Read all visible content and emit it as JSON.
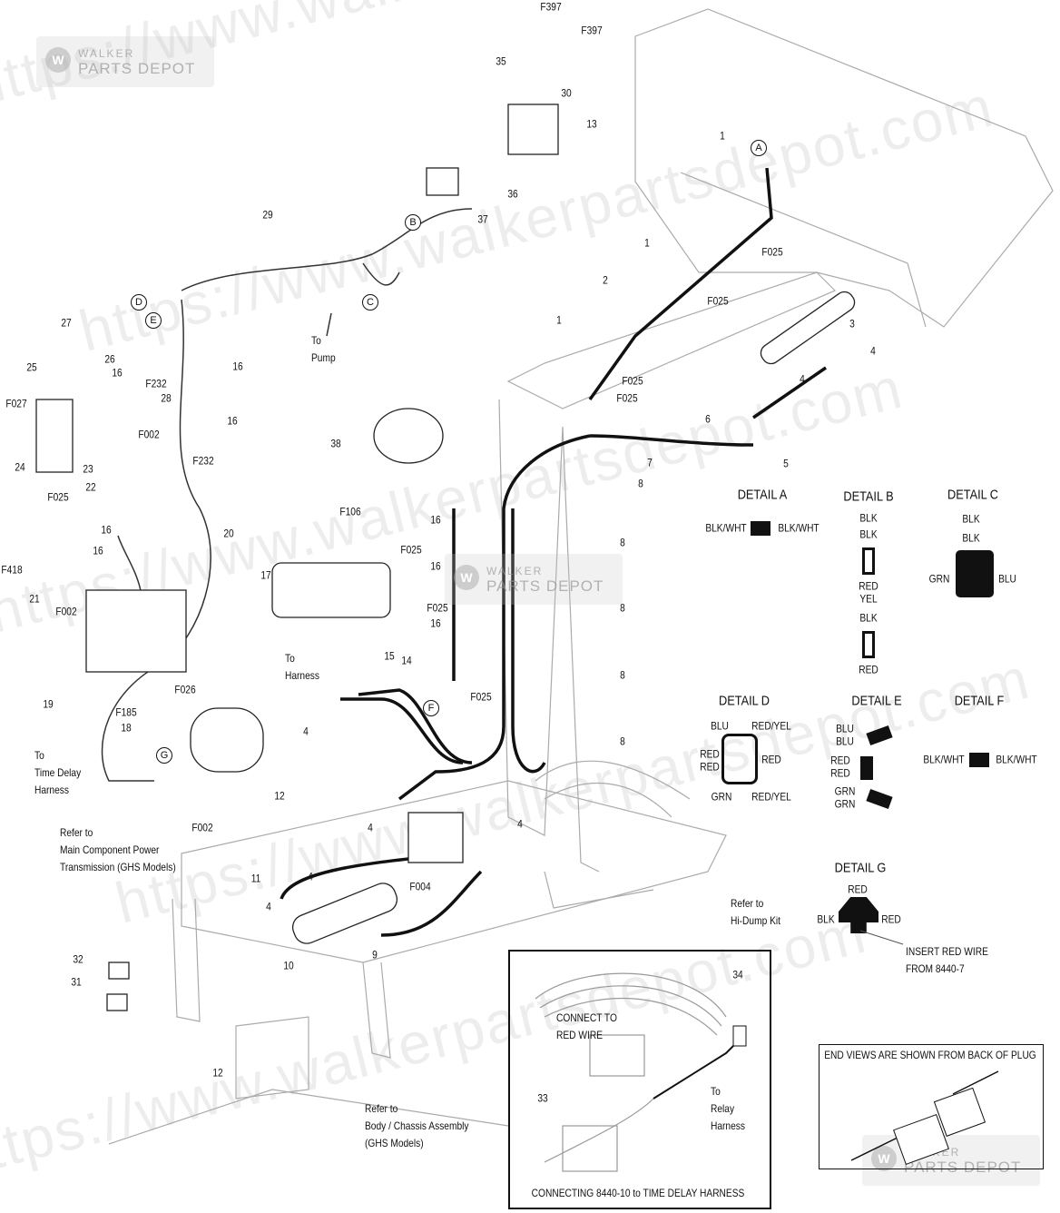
{
  "watermark": {
    "url_text": "https://www.walkerpartsdepot.com",
    "logo_line1": "WALKER",
    "logo_line2": "PARTS DEPOT",
    "logo_icon": "W"
  },
  "callouts": [
    "F397",
    "F397",
    "35",
    "30",
    "13",
    "1",
    "36",
    "37",
    "29",
    "1",
    "F025",
    "2",
    "F025",
    "27",
    "26",
    "16",
    "3",
    "4",
    "1",
    "25",
    "F027",
    "F232",
    "28",
    "16",
    "16",
    "F025",
    "F025",
    "4",
    "6",
    "F002",
    "38",
    "23",
    "22",
    "24",
    "F232",
    "7",
    "5",
    "8",
    "F025",
    "20",
    "F106",
    "16",
    "8",
    "F025",
    "16",
    "16",
    "16",
    "F418",
    "17",
    "8",
    "21",
    "F002",
    "F025",
    "16",
    "15",
    "14",
    "8",
    "19",
    "F026",
    "F185",
    "F025",
    "18",
    "4",
    "8",
    "12",
    "4",
    "4",
    "F002",
    "11",
    "4",
    "F004",
    "4",
    "9",
    "10",
    "32",
    "31",
    "34",
    "33",
    "12"
  ],
  "circle_refs": [
    "A",
    "B",
    "C",
    "D",
    "E",
    "F",
    "G"
  ],
  "notes": {
    "to_pump": [
      "To",
      "Pump"
    ],
    "to_harness": [
      "To",
      "Harness"
    ],
    "to_time_delay": [
      "To",
      "Time Delay",
      "Harness"
    ],
    "refer_main": [
      "Refer to",
      "Main Component Power",
      "Transmission (GHS Models)"
    ],
    "refer_hidump": [
      "Refer to",
      "Hi-Dump Kit"
    ],
    "refer_body": [
      "Refer to",
      "Body / Chassis Assembly",
      "(GHS Models)"
    ],
    "connect_red": [
      "CONNECT TO",
      "RED WIRE"
    ],
    "to_relay": [
      "To",
      "Relay",
      "Harness"
    ],
    "insert_red": [
      "INSERT RED WIRE",
      "FROM 8440-7"
    ]
  },
  "inset": {
    "caption": "CONNECTING 8440-10 to TIME DELAY HARNESS"
  },
  "end_view_note": "END VIEWS ARE SHOWN FROM BACK OF PLUG",
  "details": {
    "a": {
      "title": "DETAIL A",
      "left": "BLK/WHT",
      "right": "BLK/WHT"
    },
    "b": {
      "title": "DETAIL B",
      "top1": "BLK",
      "top2": "BLK",
      "mid1": "RED",
      "mid2": "YEL",
      "mid3": "BLK",
      "bot": "RED"
    },
    "c": {
      "title": "DETAIL C",
      "top1": "BLK",
      "top2": "BLK",
      "left": "GRN",
      "right": "BLU"
    },
    "d": {
      "title": "DETAIL D",
      "tl": "BLU",
      "tr": "RED/YEL",
      "l1": "RED",
      "l2": "RED",
      "r": "RED",
      "bl": "GRN",
      "br": "RED/YEL"
    },
    "e": {
      "title": "DETAIL E",
      "a1": "BLU",
      "a2": "BLU",
      "b1": "RED",
      "b2": "RED",
      "c1": "GRN",
      "c2": "GRN"
    },
    "f": {
      "title": "DETAIL F",
      "left": "BLK/WHT",
      "right": "BLK/WHT"
    },
    "g": {
      "title": "DETAIL G",
      "top": "RED",
      "left": "BLK",
      "right": "RED"
    }
  }
}
